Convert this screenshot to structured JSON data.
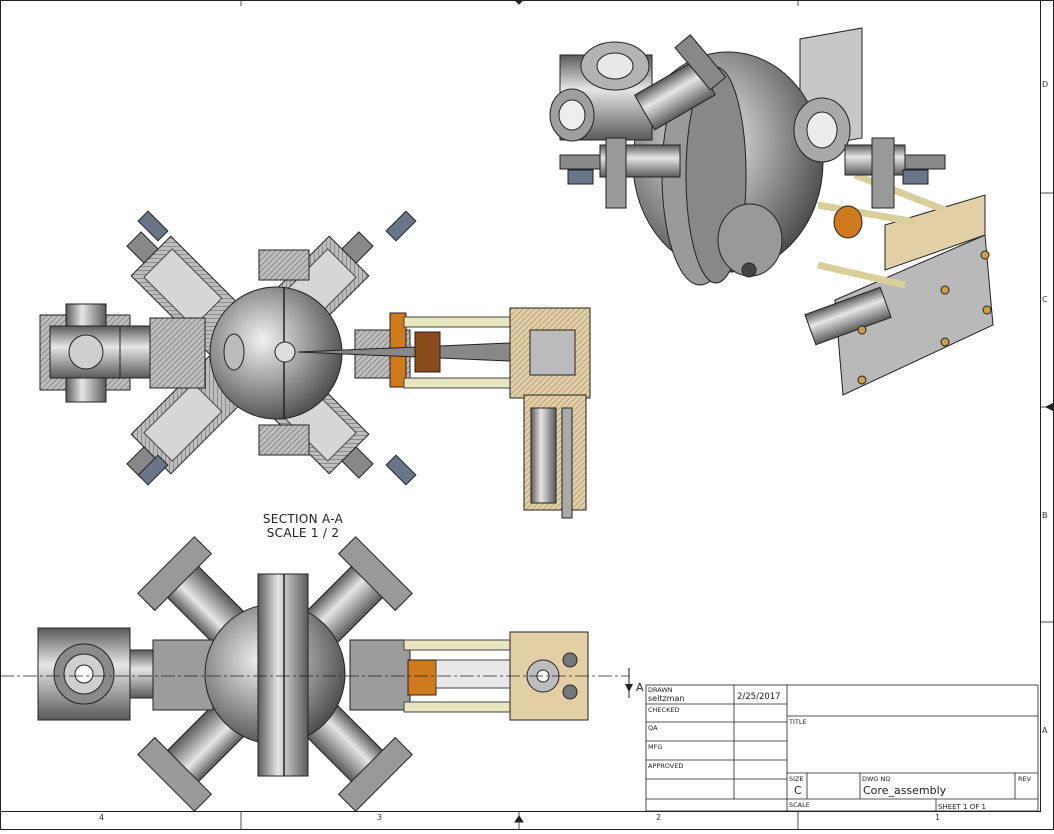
{
  "section_caption": {
    "line1": "SECTION A-A",
    "line2": "SCALE 1 / 2"
  },
  "section_marker": "A",
  "zone_labels": {
    "right": [
      "D",
      "C",
      "B",
      "A"
    ],
    "bottom": [
      "4",
      "3",
      "2",
      "1"
    ]
  },
  "title_block": {
    "drawn_label": "DRAWN",
    "drawn_name": "seltzman",
    "drawn_date": "2/25/2017",
    "checked_label": "CHECKED",
    "qa_label": "QA",
    "mfg_label": "MFG",
    "approved_label": "APPROVED",
    "title_label": "TITLE",
    "size_label": "SIZE",
    "size_value": "C",
    "dwg_no_label": "DWG NO",
    "dwg_no_value": "Core_assembly",
    "rev_label": "REV",
    "scale_label": "SCALE",
    "sheet_text": "SHEET 1  OF 1"
  },
  "colors": {
    "steel": "#9a9a9a",
    "steel_dark": "#555555",
    "copper": "#d07a1e",
    "wood": "#e2cfa6",
    "line": "#222222"
  }
}
